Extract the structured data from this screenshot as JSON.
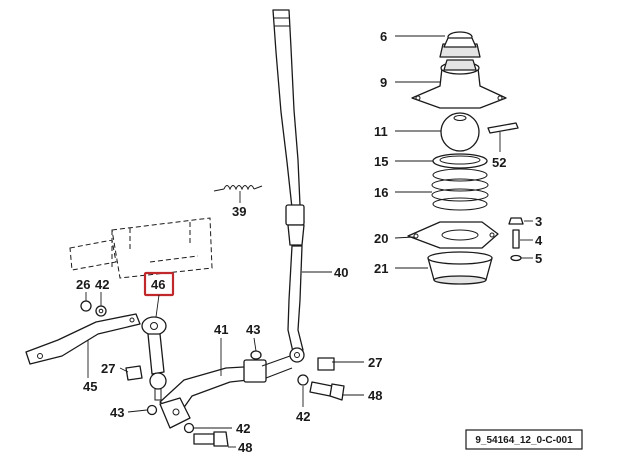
{
  "diagram": {
    "reference_code": "9_54164_12_0-C-001",
    "highlight_color": "#c0282c",
    "line_color": "#1a1a1a",
    "callouts": {
      "p3": "3",
      "p4": "4",
      "p5": "5",
      "p6": "6",
      "p9": "9",
      "p11": "11",
      "p15": "15",
      "p16": "16",
      "p20": "20",
      "p21": "21",
      "p26": "26",
      "p27a": "27",
      "p27b": "27",
      "p39": "39",
      "p40": "40",
      "p41": "41",
      "p42a": "42",
      "p42b": "42",
      "p42c": "42",
      "p43a": "43",
      "p43b": "43",
      "p45": "45",
      "p46": "46",
      "p48a": "48",
      "p48b": "48",
      "p52": "52"
    }
  }
}
